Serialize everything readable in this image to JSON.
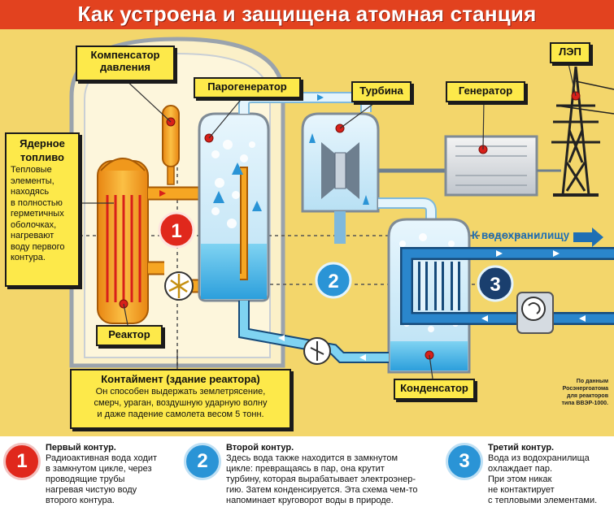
{
  "title": "Как устроена и защищена атомная станция",
  "colors": {
    "background": "#f3d66b",
    "title_bar": "#e2421f",
    "callout_fill": "#fde94a",
    "first_loop": "#f6a623",
    "second_loop": "#2a94d6",
    "third_loop": "#1f6fb4",
    "water": "#5fc3ec",
    "badge_red": "#e0281c"
  },
  "labels": {
    "compensator_line1": "Компенсатор",
    "compensator_line2": "давления",
    "steam_generator": "Парогенератор",
    "turbine": "Турбина",
    "generator": "Генератор",
    "power_line": "ЛЭП",
    "reactor": "Реактор",
    "condenser": "Конденсатор",
    "to_reservoir": "К водохранилищу"
  },
  "fuel": {
    "title_line1": "Ядерное",
    "title_line2": "топливо",
    "lines": [
      "Тепловые",
      "элементы,",
      "находясь",
      "в полностью",
      "герметичных",
      "оболочках,",
      "нагревают",
      "воду первого",
      "контура."
    ]
  },
  "containment": {
    "title": "Контаймент (здание реактора)",
    "lines": [
      "Он способен выдержать землетрясение,",
      "смерч, ураган, воздушную ударную волну",
      "и даже падение самолета весом 5 тонн."
    ]
  },
  "source_note": {
    "lines": [
      "По данным",
      "Росэнергоатома",
      "для реакторов",
      "типа ВВЭР-1000."
    ]
  },
  "badges": [
    "1",
    "2",
    "3"
  ],
  "legend": [
    {
      "number": "1",
      "title": "Первый контур.",
      "lines": [
        "Радиоактивная вода ходит",
        "в замкнутом цикле, через",
        "проводящие трубы",
        "нагревая чистую воду",
        "второго контура."
      ]
    },
    {
      "number": "2",
      "title": "Второй контур.",
      "lines": [
        "Здесь вода также находится в замкнутом",
        "цикле: превращаясь в пар, она крутит",
        "турбину, которая вырабатывает электроэнер-",
        "гию. Затем конденсируется. Эта схема чем-то",
        "напоминает круговорот воды в природе."
      ]
    },
    {
      "number": "3",
      "title": "Третий контур.",
      "lines": [
        "Вода из водохранилища",
        "охлаждает пар.",
        "При этом никак",
        "не контактирует",
        "с тепловыми элементами."
      ]
    }
  ]
}
